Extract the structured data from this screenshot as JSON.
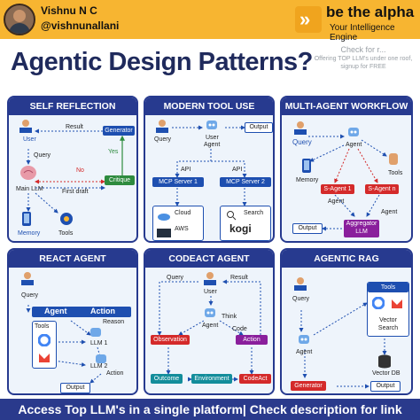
{
  "header": {
    "author_name": "Vishnu N C",
    "author_handle": "@vishnunallani",
    "brand_name": "be the alpha",
    "brand_tagline": "Your Intelligence Engine"
  },
  "title": "Agentic Design Patterns?",
  "promo": {
    "line1": "Check for r...",
    "line2": "Offering TOP LLM's under one roof, signup for FREE"
  },
  "panels": {
    "self_reflection": {
      "title": "SELF REFLECTION",
      "user": "User",
      "query": "Query",
      "result": "Result",
      "generator": "Generator",
      "no": "No",
      "yes": "Yes",
      "first_draft": "First draft",
      "main_llm": "Main LLM",
      "critique": "Critique",
      "memory": "Memory",
      "tools": "Tools"
    },
    "modern_tool_use": {
      "title": "MODERN TOOL USE",
      "query": "Query",
      "user": "User",
      "output": "Output",
      "agent": "Agent",
      "api1": "API",
      "api2": "API",
      "mcp1": "MCP Server 1",
      "mcp2": "MCP Server 2",
      "cloud": "Cloud",
      "aws": "AWS",
      "search": "Search",
      "kogi": "kogi"
    },
    "multi_agent": {
      "title": "MULTI-AGENT WORKFLOW",
      "query": "Query",
      "agent": "Agent",
      "tools": "Tools",
      "memory": "Memory",
      "sagent1": "S-Agent 1",
      "sagentn": "S-Agent n",
      "agent1": "Agent",
      "agent2": "Agent",
      "output": "Output",
      "aggregator": "Aggregator LLM"
    },
    "react_agent": {
      "title": "REACT AGENT",
      "query": "Query",
      "agent": "Agent",
      "action": "Action",
      "tools": "Tools",
      "reason": "Reason",
      "llm1": "LLM 1",
      "llm2": "LLM 2",
      "action2": "Action",
      "output": "Output"
    },
    "codeact_agent": {
      "title": "CODEACT AGENT",
      "query": "Query",
      "user": "User",
      "result": "Result",
      "agent": "Agent",
      "think": "Think",
      "code": "Code",
      "observation": "Observation",
      "action": "Action",
      "outcome": "Outcome",
      "environment": "Environment",
      "codeact": "CodeAct"
    },
    "agentic_rag": {
      "title": "AGENTIC RAG",
      "query": "Query",
      "tools": "Tools",
      "vector_search": "Vector Search",
      "agent": "Agent",
      "vector_db": "Vector DB",
      "generator": "Generator",
      "output": "Output"
    }
  },
  "footer": "Access Top LLM's in a single platform| Check description for link"
}
